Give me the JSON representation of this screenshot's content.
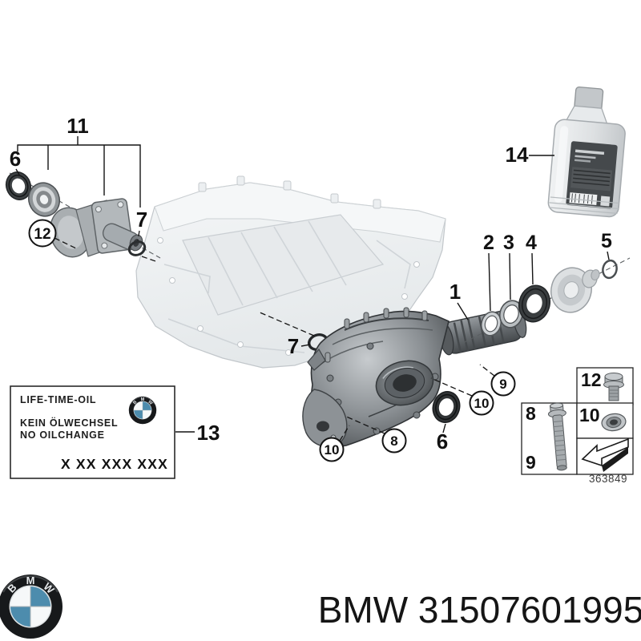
{
  "callouts": {
    "n1": "1",
    "n2": "2",
    "n3": "3",
    "n4": "4",
    "n5": "5",
    "n6": "6",
    "n7": "7",
    "n8": "8",
    "n9": "9",
    "n10": "10",
    "n11": "11",
    "n12": "12",
    "n13": "13",
    "n14": "14"
  },
  "legend_box": {
    "n8": "8",
    "n9": "9",
    "n10": "10",
    "n12": "12",
    "ref_number": "363849"
  },
  "oil_label": {
    "title": "LIFE-TIME-OIL",
    "line1": "KEIN ÖLWECHSEL",
    "line2": "NO OILCHANGE",
    "code": "X XX XXX XXX"
  },
  "logo": {
    "letters": [
      "B",
      "M",
      "W"
    ]
  },
  "footer": {
    "part_text": "BMW 31507601995"
  },
  "colors": {
    "roundel_blue": "#4d8cad",
    "label_panel": "#45494c",
    "diagram_line": "#141414"
  }
}
